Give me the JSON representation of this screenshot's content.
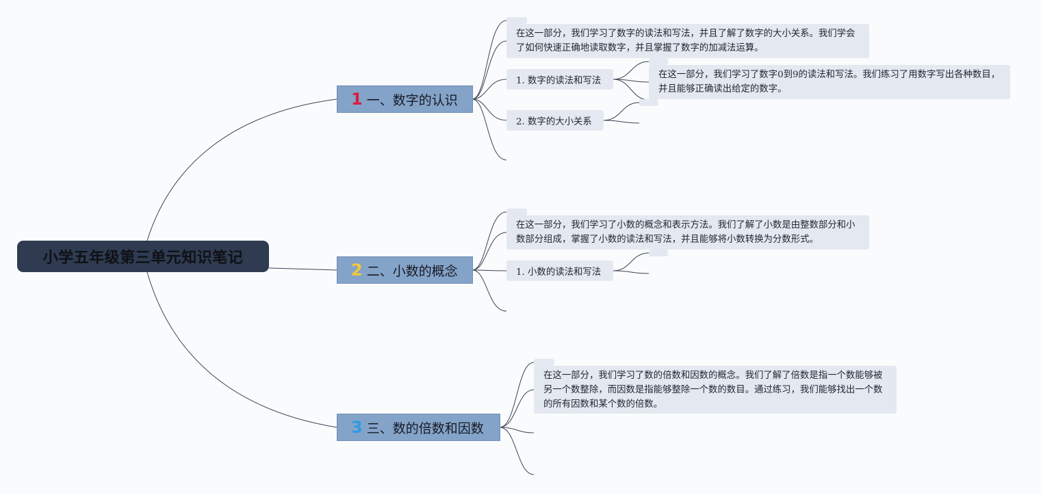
{
  "root": {
    "title": "小学五年级第三单元知识笔记"
  },
  "branches": [
    {
      "number": "1",
      "number_color": "#d81e3f",
      "title": "一、数字的认识",
      "note": "在这一部分，我们学习了数字的读法和写法，并且了解了数字的大小关系。我们学会了如何快速正确地读取数字，并且掌握了数字的加减法运算。",
      "subs": [
        {
          "title": "1. 数字的读法和写法",
          "note": "在这一部分，我们学习了数字0到9的读法和写法。我们练习了用数字写出各种数目，并且能够正确读出给定的数字。"
        },
        {
          "title": "2. 数字的大小关系"
        }
      ]
    },
    {
      "number": "2",
      "number_color": "#f0c93a",
      "title": "二、小数的概念",
      "note": "在这一部分，我们学习了小数的概念和表示方法。我们了解了小数是由整数部分和小数部分组成，掌握了小数的读法和写法，并且能够将小数转换为分数形式。",
      "subs": [
        {
          "title": "1. 小数的读法和写法"
        }
      ]
    },
    {
      "number": "3",
      "number_color": "#2f9be0",
      "title": "三、数的倍数和因数",
      "note": "在这一部分，我们学习了数的倍数和因数的概念。我们了解了倍数是指一个数能够被另一个数整除，而因数是指能够整除一个数的数目。通过练习，我们能够找出一个数的所有因数和某个数的倍数。",
      "subs": []
    }
  ]
}
